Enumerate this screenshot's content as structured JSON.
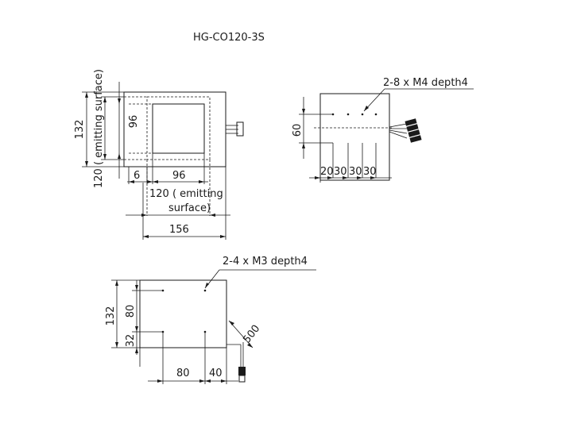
{
  "title": "HG-CO120-3S",
  "front_view": {
    "dim_132": "132",
    "dim_120_emitting_vertical": "120 ( emitting surface)",
    "dim_96_vertical": "96",
    "dim_6": "6",
    "dim_96_horizontal": "96",
    "dim_120_emitting_line1": "120 ( emitting",
    "dim_120_emitting_line2": "surface)",
    "dim_156": "156"
  },
  "back_view": {
    "hole_note": "2-8 x  M4 depth4",
    "dim_60": "60",
    "dims_bottom": [
      "20",
      "30",
      "30",
      "30"
    ]
  },
  "side_view": {
    "hole_note": "2-4 x  M3 depth4",
    "dim_132": "132",
    "dim_80_vertical": "80",
    "dim_32": "32",
    "dim_80_horizontal": "80",
    "dim_40": "40",
    "dim_500": "500"
  }
}
